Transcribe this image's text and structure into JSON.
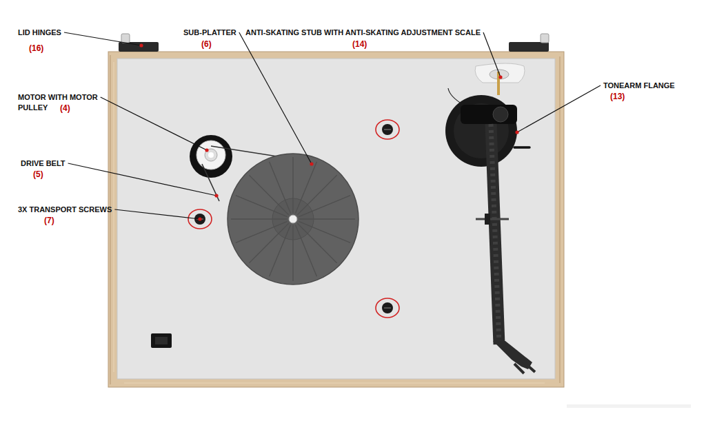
{
  "diagram": {
    "labels": [
      "LID HINGES",
      "(16)",
      "SUB-PLATTER",
      "(6)",
      "ANTI-SKATING STUB WITH ANTI-SKATING ADJUSTMENT SCALE",
      "(14)",
      "TONEARM FLANGE",
      "(13)",
      "MOTOR WITH MOTOR PULLEY",
      "(4)",
      "DRIVE BELT",
      "(5)",
      "3X TRANSPORT SCREWS",
      "(7)"
    ]
  }
}
